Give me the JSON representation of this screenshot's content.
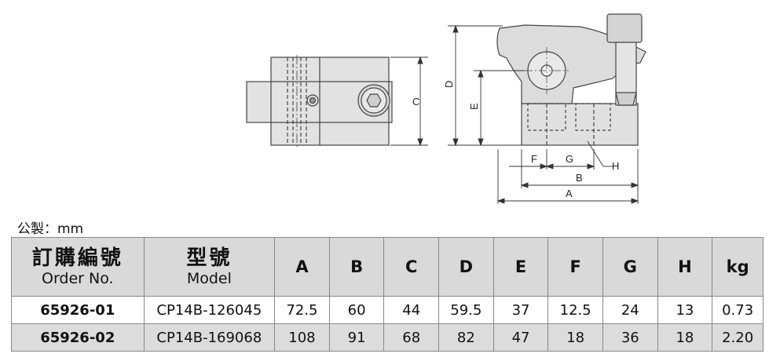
{
  "drawing": {
    "dimension_labels": {
      "A": "A",
      "B": "B",
      "C": "C",
      "D": "D",
      "E": "E",
      "F": "F",
      "G": "G",
      "H": "H"
    }
  },
  "unit_label": "公製：mm",
  "table": {
    "headers": [
      {
        "zh": "訂購編號",
        "en": "Order No."
      },
      {
        "zh": "型號",
        "en": "Model"
      },
      {
        "label": "A"
      },
      {
        "label": "B"
      },
      {
        "label": "C"
      },
      {
        "label": "D"
      },
      {
        "label": "E"
      },
      {
        "label": "F"
      },
      {
        "label": "G"
      },
      {
        "label": "H"
      },
      {
        "label": "kg"
      }
    ],
    "rows": [
      {
        "order": "65926-01",
        "model": "CP14B-126045",
        "A": "72.5",
        "B": "60",
        "C": "44",
        "D": "59.5",
        "E": "37",
        "F": "12.5",
        "G": "24",
        "H": "13",
        "kg": "0.73"
      },
      {
        "order": "65926-02",
        "model": "CP14B-169068",
        "A": "108",
        "B": "91",
        "C": "68",
        "D": "82",
        "E": "47",
        "F": "18",
        "G": "36",
        "H": "18",
        "kg": "2.20"
      }
    ]
  }
}
